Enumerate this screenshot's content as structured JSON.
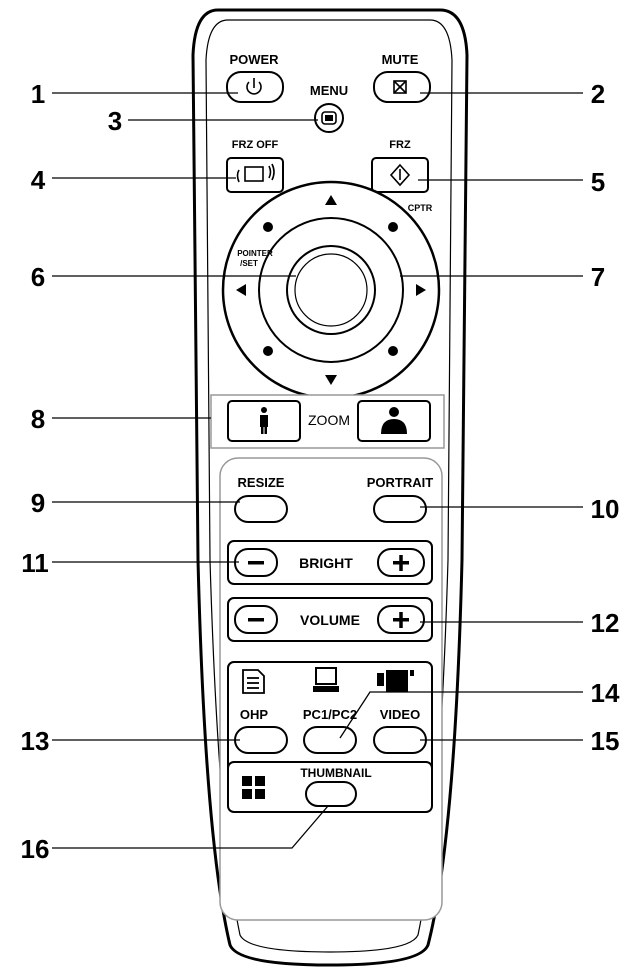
{
  "labels": {
    "power": "POWER",
    "mute": "MUTE",
    "menu": "MENU",
    "frz_off": "FRZ OFF",
    "frz": "FRZ",
    "cptr": "CPTR",
    "pointer_set_1": "POINTER",
    "pointer_set_2": "/SET",
    "zoom": "ZOOM",
    "resize": "RESIZE",
    "portrait": "PORTRAIT",
    "bright": "BRIGHT",
    "volume": "VOLUME",
    "ohp": "OHP",
    "pc1pc2": "PC1/PC2",
    "video": "VIDEO",
    "thumbnail": "THUMBNAIL"
  },
  "callouts": [
    "1",
    "2",
    "3",
    "4",
    "5",
    "6",
    "7",
    "8",
    "9",
    "10",
    "11",
    "12",
    "13",
    "14",
    "15",
    "16"
  ],
  "icons": {
    "power": "power-icon",
    "mute": "mute-icon",
    "menu": "menu-icon",
    "frz_off": "frame-unfreeze-icon",
    "frz": "diamond-arrow-icon",
    "ohp": "document-icon",
    "pc": "computer-icon",
    "video": "camera-icon",
    "thumbnail": "grid-icon"
  },
  "colors": {
    "ink": "#000000",
    "background": "#ffffff",
    "panel_border": "#999999"
  }
}
